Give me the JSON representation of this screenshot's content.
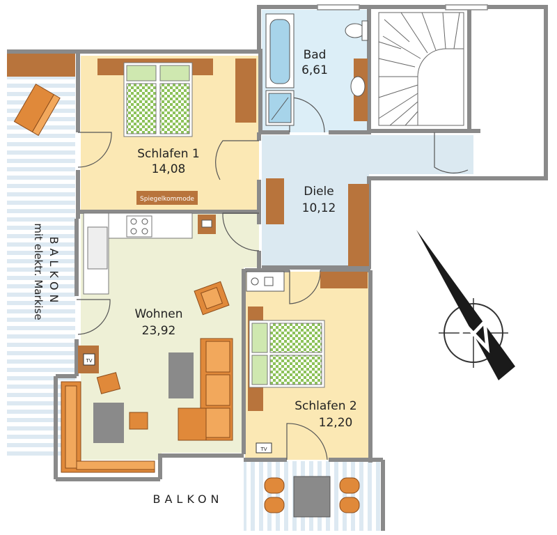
{
  "rooms": {
    "bad": {
      "name": "Bad",
      "area": "6,61"
    },
    "schlafen1": {
      "name": "Schlafen 1",
      "area": "14,08"
    },
    "diele": {
      "name": "Diele",
      "area": "10,12"
    },
    "wohnen": {
      "name": "Wohnen",
      "area": "23,92"
    },
    "schlafen2": {
      "name": "Schlafen 2",
      "area": "12,20"
    }
  },
  "furniture": {
    "spiegelkommode": "Spiegelkommode",
    "tv": "TV"
  },
  "balconies": {
    "left_line1": "BALKON",
    "left_line2": "mit elektr. Markise",
    "bottom": "BALKON"
  },
  "colors": {
    "wall": "#8a8a8a",
    "bedroom_floor": "#fbe8b4",
    "living_floor": "#eef0d6",
    "hall_floor": "#dbe9f1",
    "bath_floor": "#dceef7",
    "balcony_floor": "#dde9f2",
    "furniture_brown": "#b8743c",
    "sofa_orange": "#e0893a",
    "bed_green": "#8dc25a",
    "table_grey": "#8a8a8a"
  }
}
